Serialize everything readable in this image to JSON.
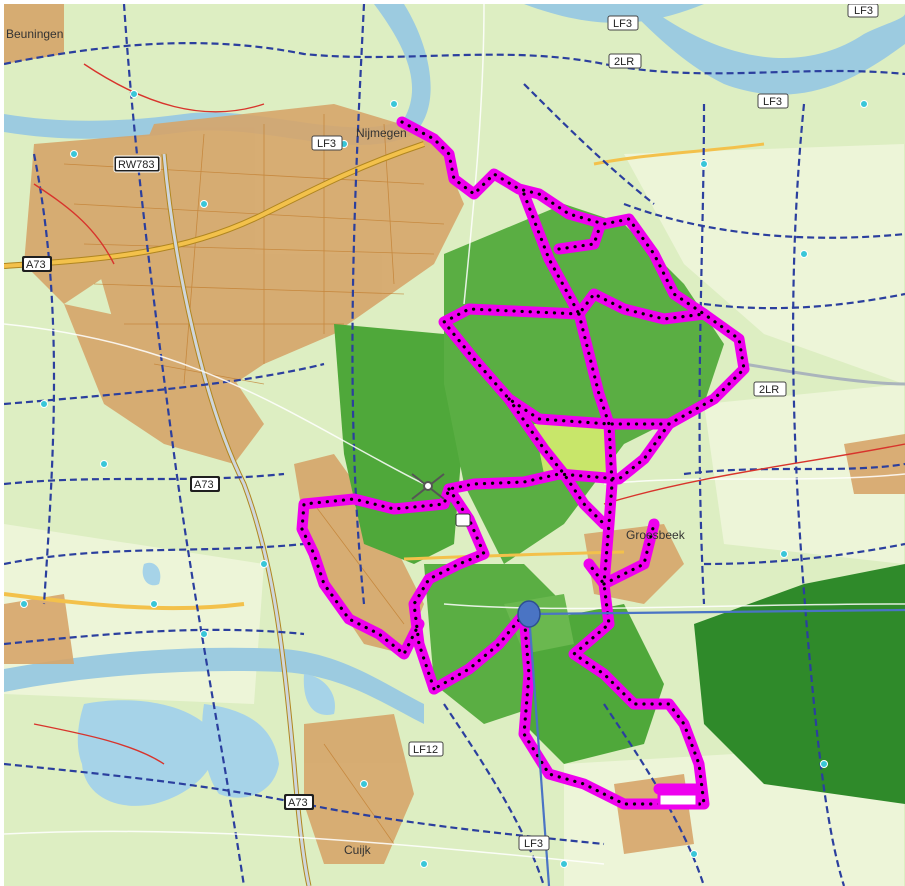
{
  "map": {
    "colors": {
      "land": "#ddeec2",
      "field": "#e9f3d2",
      "forest": "#4fa83a",
      "forest_dark": "#2f8a2a",
      "water": "#a6d3e8",
      "river": "#9ccbe0",
      "urban": "#d6a56a",
      "urban_line": "#c07a2a",
      "motorway": "#f3c14b",
      "motorway_edge": "#b08620",
      "route": "#ee00ee",
      "route_dots": "#000000",
      "network": "#2b3f9e",
      "pointer": "#4a74c4"
    },
    "places": {
      "beuningen": "Beuningen",
      "nijmegen": "Nijmegen",
      "groesbeek": "Groesbeek",
      "cuijk": "Cuijk"
    },
    "road_labels": [
      {
        "id": "lf3-top-right",
        "text": "LF3"
      },
      {
        "id": "lf3-center",
        "text": "LF3"
      },
      {
        "id": "lf3-bottom",
        "text": "LF3"
      },
      {
        "id": "lf3-top-mid",
        "text": "LF3"
      },
      {
        "id": "2lr-top",
        "text": "2LR"
      },
      {
        "id": "lf3-right",
        "text": "LF3"
      },
      {
        "id": "rw783",
        "text": "RW783"
      },
      {
        "id": "a73-left",
        "text": "A73"
      },
      {
        "id": "a73-mid",
        "text": "A73"
      },
      {
        "id": "a73-bottom",
        "text": "A73"
      },
      {
        "id": "2lr-right",
        "text": "2LR"
      },
      {
        "id": "lf12",
        "text": "LF12"
      }
    ]
  }
}
